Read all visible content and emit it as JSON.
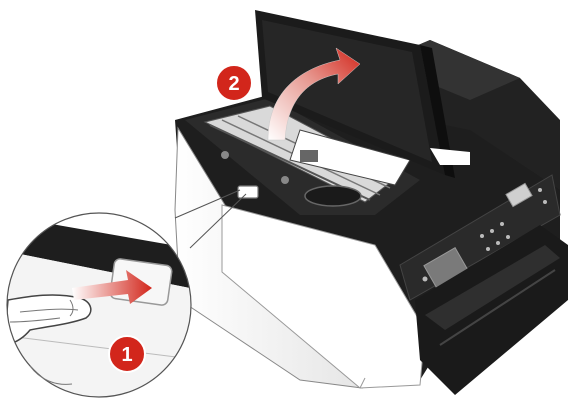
{
  "steps": [
    {
      "number": "1",
      "action": "press-release-button"
    },
    {
      "number": "2",
      "action": "lift-scanner-unit"
    }
  ],
  "colors": {
    "printer_body": "#1e1e1e",
    "printer_front": "#ffffff",
    "paper": "#f2f2f2",
    "callout_badge": "#d2261b",
    "arrow_red": "#d2261b",
    "outline": "#555555"
  },
  "icons": [
    "open-lid-arrow-icon",
    "press-arrow-icon",
    "step-badge-icon"
  ]
}
